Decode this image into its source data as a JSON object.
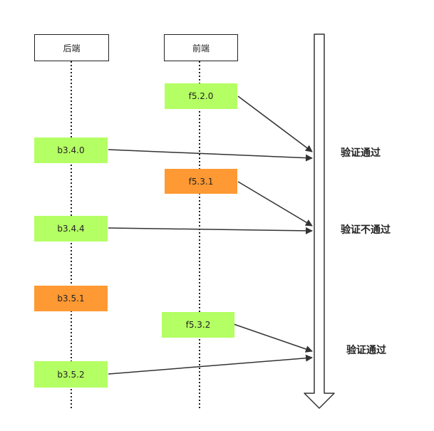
{
  "colors": {
    "pass": "#b4ff63",
    "fail": "#ff9933",
    "line": "#333333"
  },
  "lanes": {
    "backend": "后端",
    "frontend": "前端"
  },
  "frontend_boxes": [
    {
      "label": "f5.2.0",
      "status": "pass"
    },
    {
      "label": "f5.3.1",
      "status": "fail"
    },
    {
      "label": "f5.3.2",
      "status": "pass"
    }
  ],
  "backend_boxes": [
    {
      "label": "b3.4.0",
      "status": "pass"
    },
    {
      "label": "b3.4.4",
      "status": "pass"
    },
    {
      "label": "b3.5.1",
      "status": "fail"
    },
    {
      "label": "b3.5.2",
      "status": "pass"
    }
  ],
  "results": [
    "验证通过",
    "验证不通过",
    "验证通过"
  ]
}
